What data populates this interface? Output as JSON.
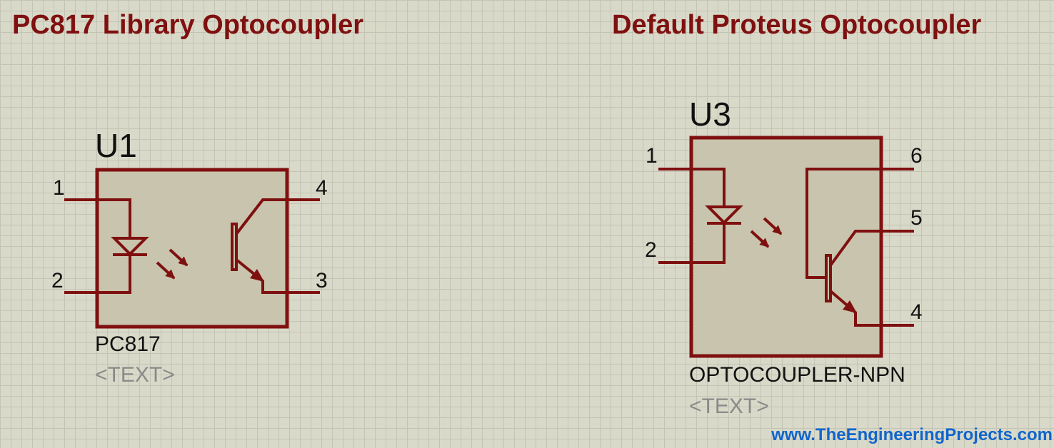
{
  "titles": {
    "left": "PC817 Library Optocoupler",
    "right": "Default Proteus Optocoupler"
  },
  "colors": {
    "schematic": "#7f1010",
    "component_fill": "#c9c4ad",
    "label": "#111111",
    "placeholder": "#8a8a8a",
    "website": "#1166cc",
    "grid_background": "#d9d9c9"
  },
  "components": [
    {
      "reference": "U1",
      "value": "PC817",
      "text_placeholder": "<TEXT>",
      "pins": [
        "1",
        "2",
        "4",
        "3"
      ]
    },
    {
      "reference": "U3",
      "value": "OPTOCOUPLER-NPN",
      "text_placeholder": "<TEXT>",
      "pins": [
        "1",
        "2",
        "6",
        "5",
        "4"
      ]
    }
  ],
  "website": "www.TheEngineeringProjects.com"
}
